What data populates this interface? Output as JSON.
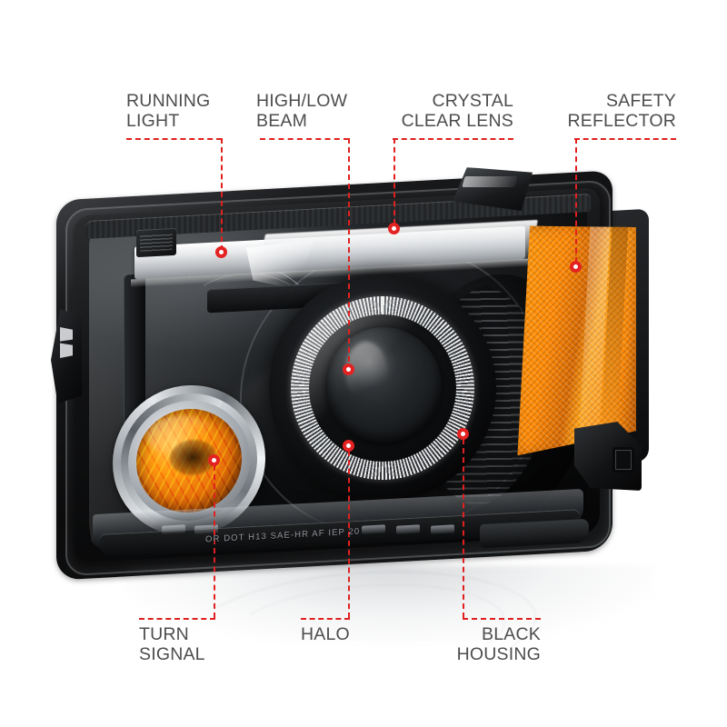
{
  "diagram": {
    "subject": "projector headlight assembly",
    "accent_color": "#e42222",
    "label_color": "#4d4d4d",
    "amber_color": "#ff8c08",
    "background_color": "#ffffff"
  },
  "product": {
    "dot_marking": "OR DOT H13   SAE-HR AF IEP 20"
  },
  "callouts": [
    {
      "id": "running-light",
      "label": "RUNNING\nLIGHT",
      "position": "top"
    },
    {
      "id": "high-low-beam",
      "label": "HIGH/LOW\nBEAM",
      "position": "top"
    },
    {
      "id": "crystal-clear-lens",
      "label": "CRYSTAL\nCLEAR LENS",
      "position": "top"
    },
    {
      "id": "safety-reflector",
      "label": "SAFETY\nREFLECTOR",
      "position": "top"
    },
    {
      "id": "turn-signal",
      "label": "TURN\nSIGNAL",
      "position": "bottom"
    },
    {
      "id": "halo",
      "label": "HALO",
      "position": "bottom"
    },
    {
      "id": "black-housing",
      "label": "BLACK\nHOUSING",
      "position": "bottom"
    }
  ]
}
